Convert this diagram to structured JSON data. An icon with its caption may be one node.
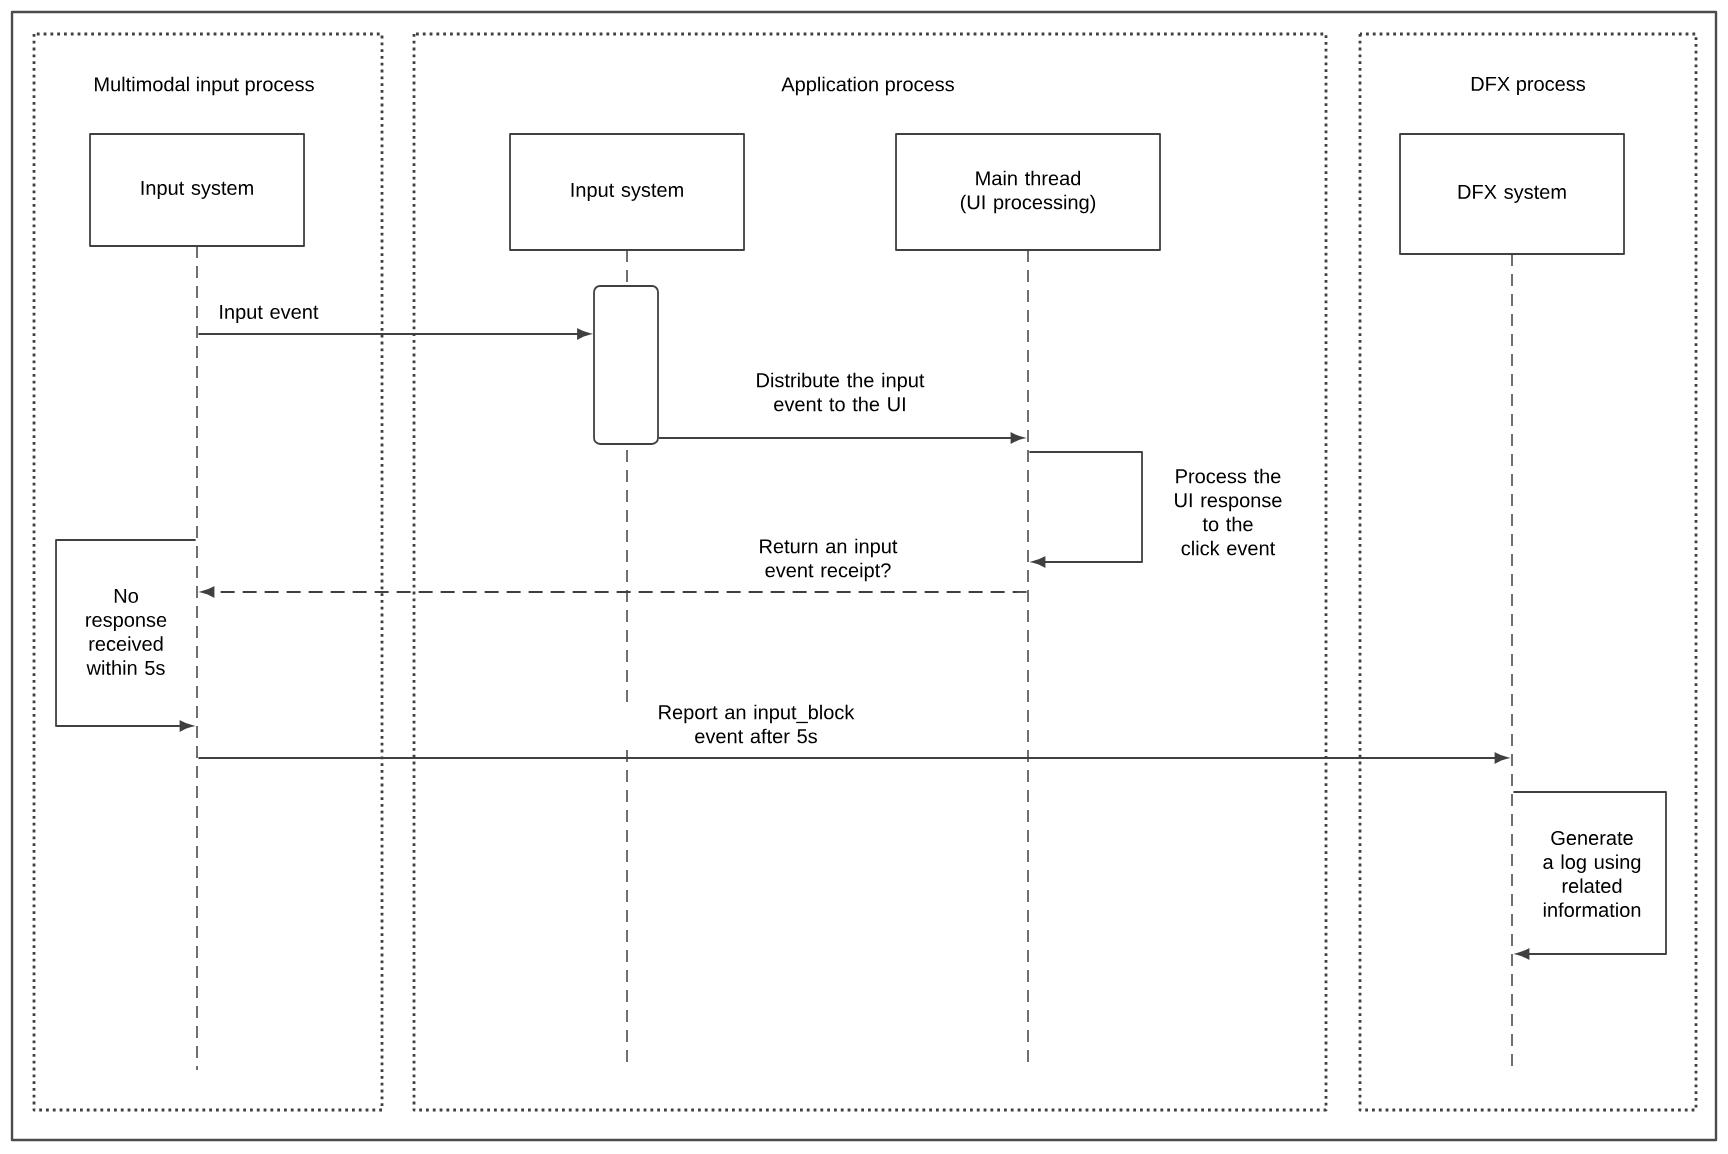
{
  "diagram": {
    "nodes": [
      {
        "text": [
          "Multimodal input process"
        ]
      },
      {
        "text": [
          "Application process"
        ]
      },
      {
        "text": [
          "DFX process"
        ]
      },
      {
        "text": [
          "Input system"
        ],
        "in": 0
      },
      {
        "text": [
          "Input system"
        ],
        "in": 1
      },
      {
        "text": [
          "Main thread (UI processing)"
        ],
        "in": 1
      },
      {
        "text": [
          "DFX system"
        ],
        "in": 2
      },
      {
        "text": [],
        "shape": "box",
        "in": 1
      },
      {
        "text": [],
        "shape": "line",
        "in": 0
      },
      {
        "text": [],
        "shape": "line",
        "in": 1
      },
      {
        "text": [],
        "shape": "line",
        "in": 1
      },
      {
        "text": [],
        "shape": "line",
        "in": 2
      }
    ],
    "edges": [
      {
        "from": 8,
        "to": 7,
        "arrow": "to",
        "label": "Input event"
      },
      {
        "from": 7,
        "to": 10,
        "arrow": "to",
        "label": "Distribute the input event to the UI"
      },
      {
        "from": 10,
        "to": 10,
        "arrow": "to",
        "label": "Process the UI response to the click event"
      },
      {
        "from": 10,
        "to": 8,
        "arrow": "to",
        "style": "dashed",
        "label": "Return an input event receipt?"
      },
      {
        "from": 8,
        "to": 8,
        "arrow": "to",
        "label": "No response received within 5s"
      },
      {
        "from": 8,
        "to": 11,
        "arrow": "to",
        "label": "Report an input_block event after 5s"
      },
      {
        "from": 11,
        "to": 11,
        "arrow": "to",
        "label": "Generate a log using related information"
      }
    ]
  }
}
